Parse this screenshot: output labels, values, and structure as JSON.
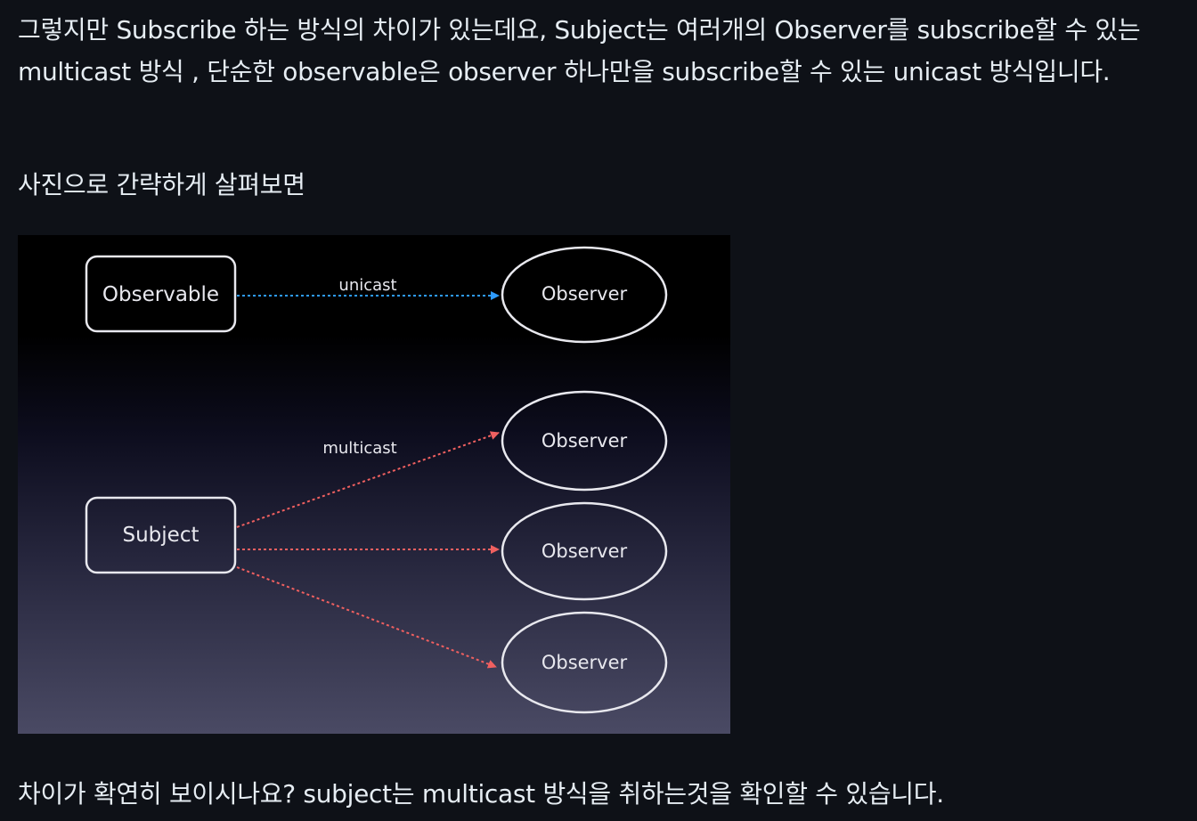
{
  "paragraphs": {
    "intro": "그렇지만 Subscribe 하는 방식의 차이가 있는데요, Subject는 여러개의 Observer를 subscribe할 수 있는 multicast 방식 , 단순한 observable은 observer 하나만을 subscribe할 수 있는 unicast 방식입니다.",
    "lead": "사진으로 간략하게 살펴보면",
    "conclusion": "차이가 확연히 보이시나요? subject는 multicast 방식을 취하는것을 확인할 수 있습니다."
  },
  "diagram": {
    "source_observable": "Observable",
    "source_subject": "Subject",
    "unicast_label": "unicast",
    "multicast_label": "multicast",
    "observer_unicast": "Observer",
    "observers_multicast": [
      "Observer",
      "Observer",
      "Observer"
    ],
    "colors": {
      "unicast_arrow": "#2e9bff",
      "multicast_arrow": "#f06060",
      "shape_stroke": "#e8e8ee"
    }
  }
}
